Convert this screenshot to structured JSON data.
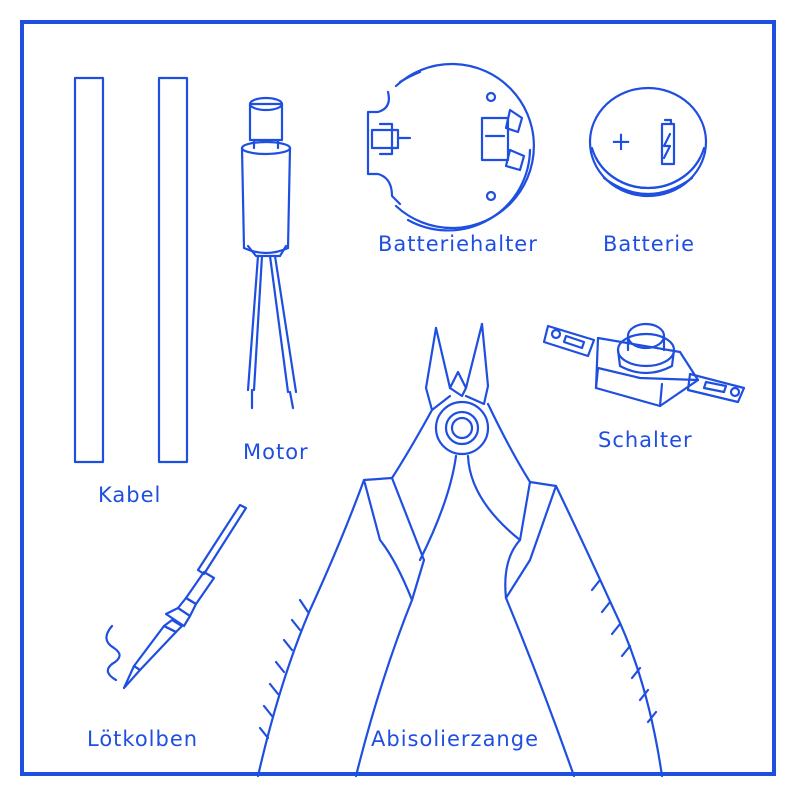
{
  "accent_color": "#1f4fe0",
  "labels": {
    "kabel": "Kabel",
    "motor": "Motor",
    "batteriehalter": "Batteriehalter",
    "batterie": "Batterie",
    "schalter": "Schalter",
    "loetkolben": "Lötkolben",
    "abisolierzange": "Abisolierzange"
  },
  "icons": {
    "cable": "cable-icon",
    "motor": "motor-icon",
    "battery_holder": "battery-holder-icon",
    "battery": "coin-battery-icon",
    "switch": "switch-icon",
    "soldering_iron": "soldering-iron-icon",
    "stripper": "wire-stripper-icon"
  },
  "battery_symbol": "+"
}
